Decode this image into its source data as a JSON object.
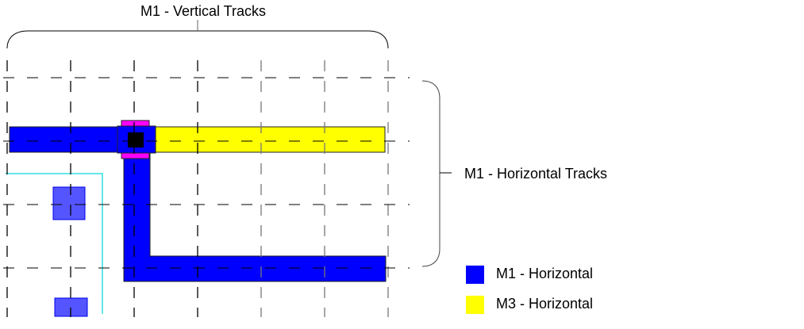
{
  "title": "M1 Track Routing Diagram",
  "labels": {
    "vertical_tracks": "M1 - Vertical Tracks",
    "horizontal_tracks": "M1 - Horizontal Tracks"
  },
  "legend": [
    {
      "label": "M1 - Horizontal",
      "color": "#0000ff"
    },
    {
      "label": "M3 - Horizontal",
      "color": "#ffff00"
    }
  ],
  "grid": {
    "vertical_track_count": 7,
    "horizontal_track_count": 4
  },
  "colors": {
    "m1": "#0000ff",
    "m3": "#ffff00",
    "via_pad": "#ff00ff",
    "via_cut": "#000000",
    "pin": "#5555ff",
    "boundary": "#33dddd",
    "track_line": "#000000"
  }
}
